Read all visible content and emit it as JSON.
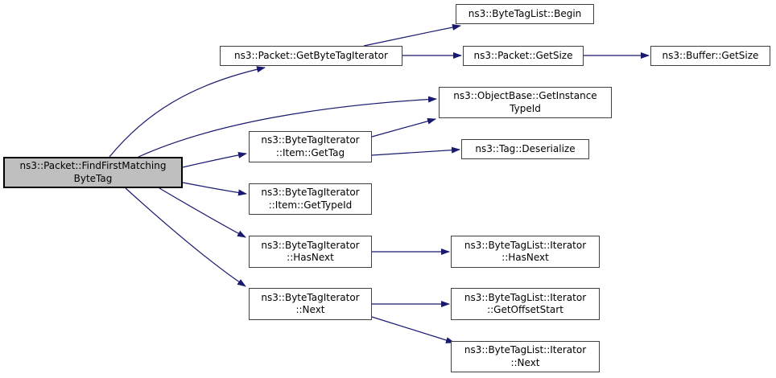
{
  "diagram": {
    "type": "call-graph",
    "background_color": "#ffffff",
    "edge_color": "#191970",
    "node_fill_color": "#ffffff",
    "node_border_color": "#404040",
    "main_node_fill_color": "#bfbfbf",
    "main_node_border_color": "#000000",
    "nodes": [
      {
        "id": "packet-find-first-matching-byte-tag",
        "label": [
          "ns3::Packet::FindFirstMatching",
          "ByteTag"
        ],
        "main": true
      },
      {
        "id": "packet-get-byte-tag-iterator",
        "label": [
          "ns3::Packet::GetByteTagIterator"
        ],
        "main": false
      },
      {
        "id": "byte-tag-list-begin",
        "label": [
          "ns3::ByteTagList::Begin"
        ],
        "main": false
      },
      {
        "id": "packet-get-size",
        "label": [
          "ns3::Packet::GetSize"
        ],
        "main": false
      },
      {
        "id": "buffer-get-size",
        "label": [
          "ns3::Buffer::GetSize"
        ],
        "main": false
      },
      {
        "id": "object-base-get-instance-type-id",
        "label": [
          "ns3::ObjectBase::GetInstance",
          "TypeId"
        ],
        "main": false
      },
      {
        "id": "tag-deserialize",
        "label": [
          "ns3::Tag::Deserialize"
        ],
        "main": false
      },
      {
        "id": "byte-tag-iterator-item-get-tag",
        "label": [
          "ns3::ByteTagIterator",
          "::Item::GetTag"
        ],
        "main": false
      },
      {
        "id": "byte-tag-iterator-item-get-type-id",
        "label": [
          "ns3::ByteTagIterator",
          "::Item::GetTypeId"
        ],
        "main": false
      },
      {
        "id": "byte-tag-iterator-has-next",
        "label": [
          "ns3::ByteTagIterator",
          "::HasNext"
        ],
        "main": false
      },
      {
        "id": "byte-tag-iterator-next",
        "label": [
          "ns3::ByteTagIterator",
          "::Next"
        ],
        "main": false
      },
      {
        "id": "byte-tag-list-iterator-has-next",
        "label": [
          "ns3::ByteTagList::Iterator",
          "::HasNext"
        ],
        "main": false
      },
      {
        "id": "byte-tag-list-iterator-get-offset-start",
        "label": [
          "ns3::ByteTagList::Iterator",
          "::GetOffsetStart"
        ],
        "main": false
      },
      {
        "id": "byte-tag-list-iterator-next",
        "label": [
          "ns3::ByteTagList::Iterator",
          "::Next"
        ],
        "main": false
      }
    ],
    "edges": [
      {
        "from": "packet-find-first-matching-byte-tag",
        "to": "packet-get-byte-tag-iterator"
      },
      {
        "from": "packet-find-first-matching-byte-tag",
        "to": "object-base-get-instance-type-id"
      },
      {
        "from": "packet-find-first-matching-byte-tag",
        "to": "byte-tag-iterator-item-get-tag"
      },
      {
        "from": "packet-find-first-matching-byte-tag",
        "to": "byte-tag-iterator-item-get-type-id"
      },
      {
        "from": "packet-find-first-matching-byte-tag",
        "to": "byte-tag-iterator-has-next"
      },
      {
        "from": "packet-find-first-matching-byte-tag",
        "to": "byte-tag-iterator-next"
      },
      {
        "from": "packet-get-byte-tag-iterator",
        "to": "byte-tag-list-begin"
      },
      {
        "from": "packet-get-byte-tag-iterator",
        "to": "packet-get-size"
      },
      {
        "from": "packet-get-size",
        "to": "buffer-get-size"
      },
      {
        "from": "byte-tag-iterator-item-get-tag",
        "to": "object-base-get-instance-type-id"
      },
      {
        "from": "byte-tag-iterator-item-get-tag",
        "to": "tag-deserialize"
      },
      {
        "from": "byte-tag-iterator-has-next",
        "to": "byte-tag-list-iterator-has-next"
      },
      {
        "from": "byte-tag-iterator-next",
        "to": "byte-tag-list-iterator-get-offset-start"
      },
      {
        "from": "byte-tag-iterator-next",
        "to": "byte-tag-list-iterator-next"
      }
    ]
  }
}
